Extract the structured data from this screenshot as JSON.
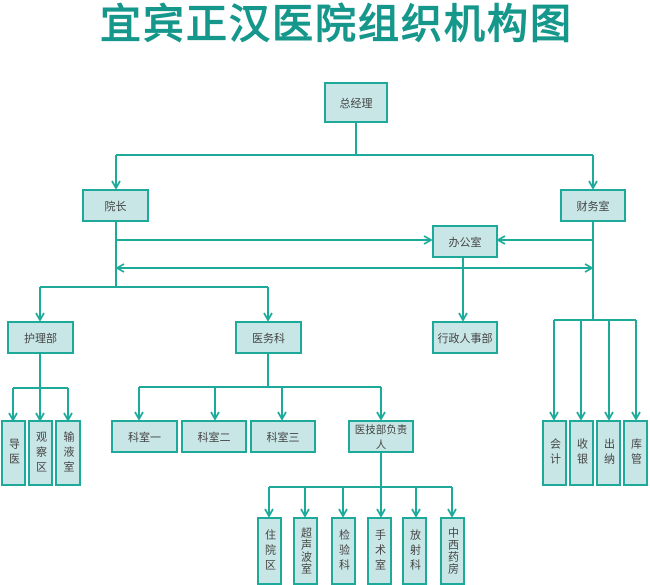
{
  "title": "宜宾正汉医院组织机构图",
  "colors": {
    "title": "#16978b",
    "line": "#1daa9b",
    "node_fill": "#c9e6e6",
    "node_text": "#444444"
  },
  "nodes": {
    "general_manager": "总经理",
    "dean": "院长",
    "finance": "财务室",
    "office": "办公室",
    "nursing": "护理部",
    "medical_affairs": "医务科",
    "admin_hr": "行政人事部",
    "nursing_children": [
      "导医",
      "观察区",
      "输液室"
    ],
    "medical_children": [
      "科室一",
      "科室二",
      "科室三",
      "医技部负责人"
    ],
    "medtech_children": [
      "住院区",
      "超声波室",
      "检验科",
      "手术室",
      "放射科",
      "中西药房"
    ],
    "finance_children": [
      "会计",
      "收银",
      "出纳",
      "库管"
    ]
  }
}
